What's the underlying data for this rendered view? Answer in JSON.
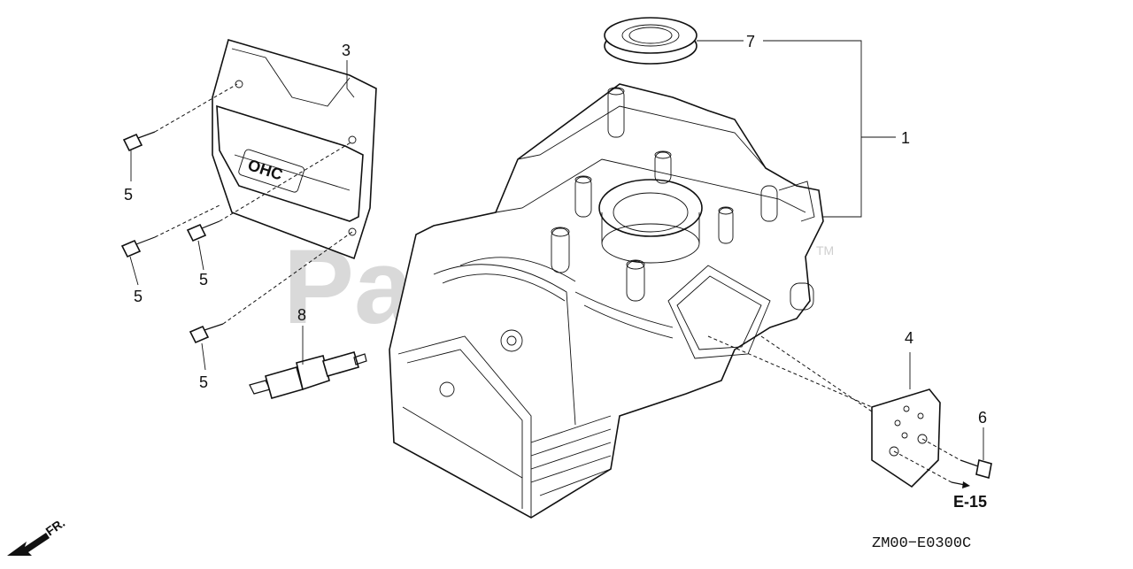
{
  "watermark": {
    "text": "PartsTree",
    "trademark": "TM"
  },
  "cover_logo": "OHC",
  "callouts": {
    "c1": "1",
    "c3": "3",
    "c4": "4",
    "c5a": "5",
    "c5b": "5",
    "c5c": "5",
    "c5d": "5",
    "c6": "6",
    "c7": "7",
    "c8": "8"
  },
  "reference": "E-15",
  "diagram_code": "ZM00−E0300C",
  "direction_label": "FR.",
  "icons": [
    "arrow-front-icon"
  ]
}
